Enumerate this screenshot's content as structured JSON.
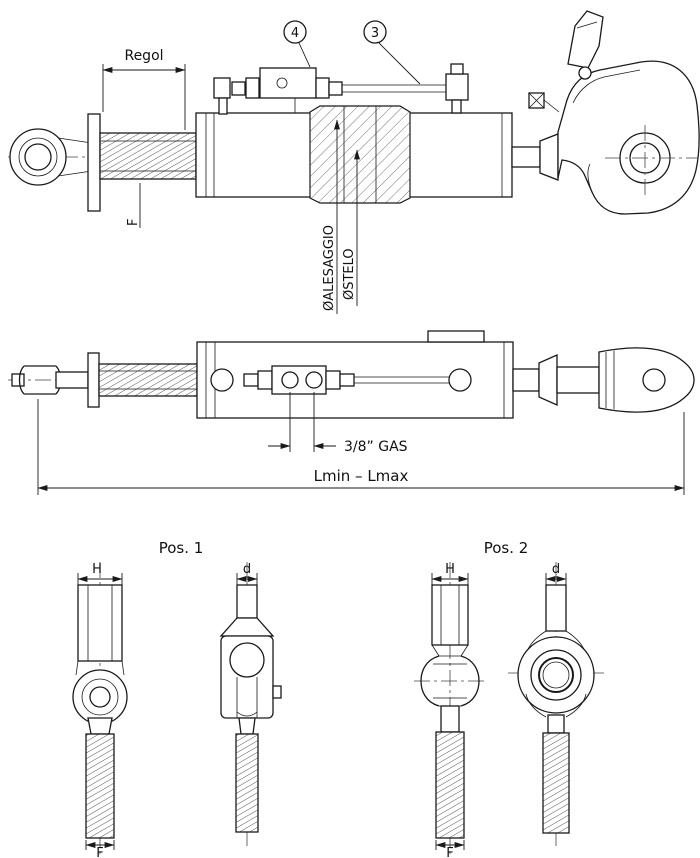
{
  "page": {
    "background": "#ffffff",
    "ink": "#1a1a1a"
  },
  "drawing": {
    "top_view": {
      "adjust_dim_label": "Regol",
      "balloon_4": "4",
      "balloon_3": "3",
      "flange_dim_label": "F",
      "bore_label": "ØALESAGGIO",
      "rod_label": "ØSTELO"
    },
    "side_view": {
      "thread_label": "3/8” GAS",
      "length_label": "Lmin – Lmax"
    },
    "details": {
      "pos1": {
        "title": "Pos. 1",
        "h_label": "H",
        "d_label": "d",
        "f_label": "F"
      },
      "pos2": {
        "title": "Pos. 2",
        "h_label": "H",
        "d_label": "d",
        "f_label": "F"
      }
    }
  }
}
